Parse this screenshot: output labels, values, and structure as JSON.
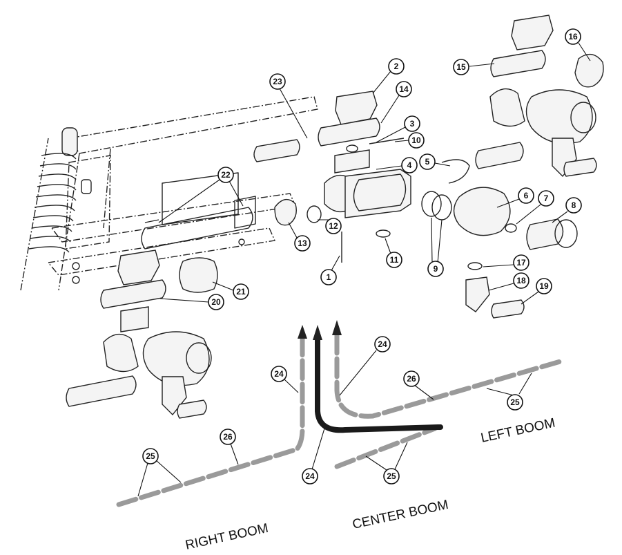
{
  "callouts": [
    {
      "n": "1"
    },
    {
      "n": "2"
    },
    {
      "n": "3"
    },
    {
      "n": "4"
    },
    {
      "n": "5"
    },
    {
      "n": "6"
    },
    {
      "n": "7"
    },
    {
      "n": "8"
    },
    {
      "n": "9"
    },
    {
      "n": "10"
    },
    {
      "n": "11"
    },
    {
      "n": "12"
    },
    {
      "n": "13"
    },
    {
      "n": "14"
    },
    {
      "n": "15"
    },
    {
      "n": "16"
    },
    {
      "n": "17"
    },
    {
      "n": "18"
    },
    {
      "n": "19"
    },
    {
      "n": "20"
    },
    {
      "n": "21"
    },
    {
      "n": "22"
    },
    {
      "n": "23"
    },
    {
      "n": "24"
    },
    {
      "n": "24"
    },
    {
      "n": "24"
    },
    {
      "n": "25"
    },
    {
      "n": "25"
    },
    {
      "n": "25"
    },
    {
      "n": "26"
    },
    {
      "n": "26"
    }
  ],
  "labels": {
    "left_boom": "LEFT BOOM",
    "center_boom": "CENTER BOOM",
    "right_boom": "RIGHT BOOM"
  },
  "colors": {
    "line": "#222222",
    "hose_gray": "#9a9a9a",
    "hose_dark": "#1a1a1a"
  }
}
